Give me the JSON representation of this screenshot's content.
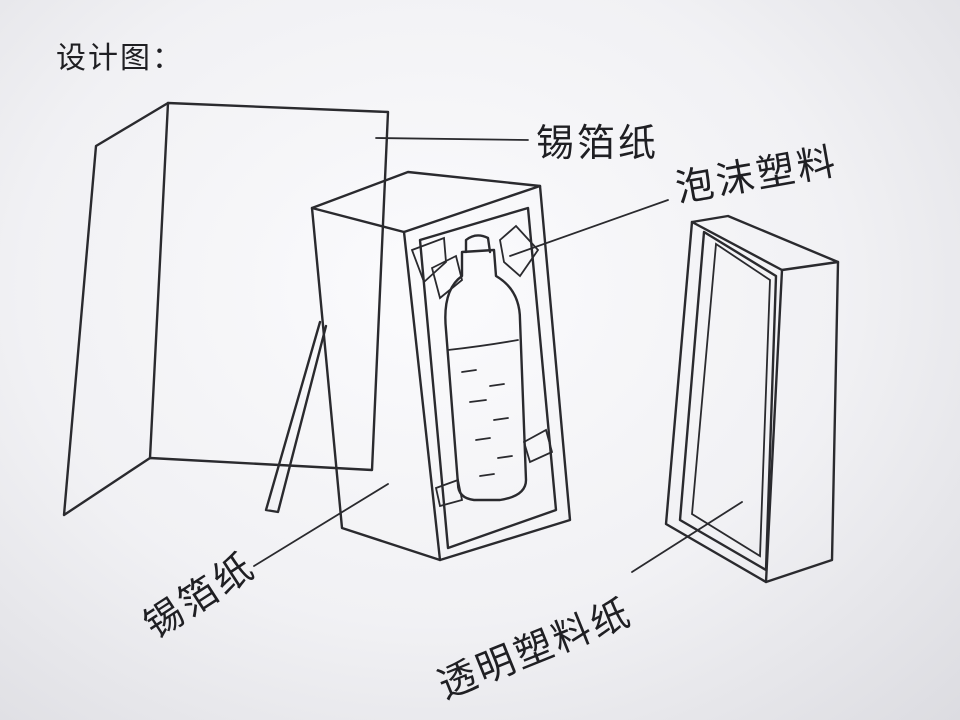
{
  "diagram": {
    "title": "设计图：",
    "labels": {
      "foil_top": "锡箔纸",
      "foam": "泡沫塑料",
      "foil_bottom": "锡箔纸",
      "transparent_film": "透明塑料纸"
    }
  }
}
